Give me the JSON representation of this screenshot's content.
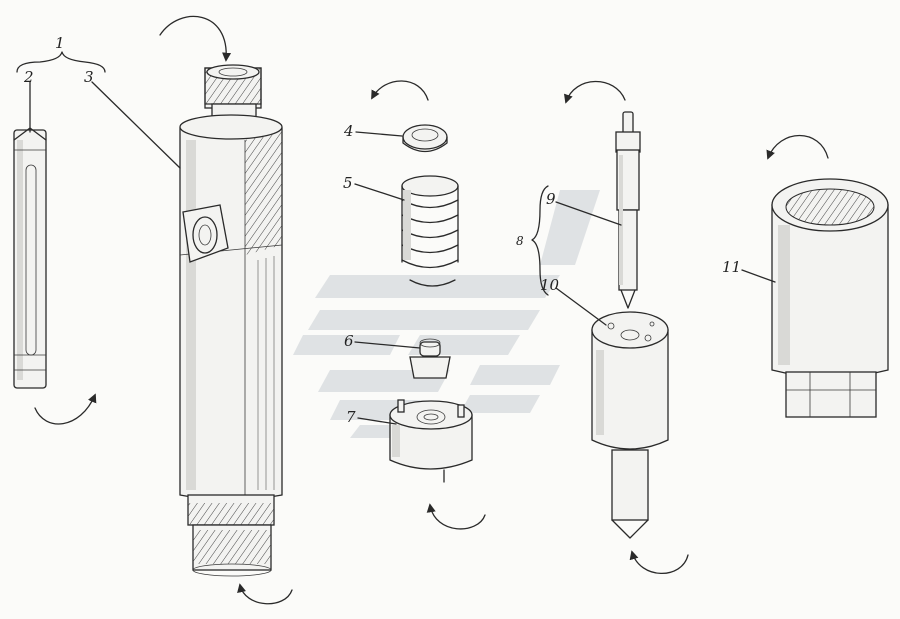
{
  "callouts": [
    {
      "id": "1",
      "text": "1"
    },
    {
      "id": "2",
      "text": "2"
    },
    {
      "id": "3",
      "text": "3"
    },
    {
      "id": "4",
      "text": "4"
    },
    {
      "id": "5",
      "text": "5"
    },
    {
      "id": "6",
      "text": "6"
    },
    {
      "id": "7",
      "text": "7"
    },
    {
      "id": "8",
      "text": "8"
    },
    {
      "id": "9",
      "text": "9"
    },
    {
      "id": "10",
      "text": "10"
    },
    {
      "id": "11",
      "text": "11"
    }
  ],
  "colors": {
    "ink": "#2a2a2a",
    "paper": "#fbfbf9",
    "watermark": "#c9ced3"
  }
}
